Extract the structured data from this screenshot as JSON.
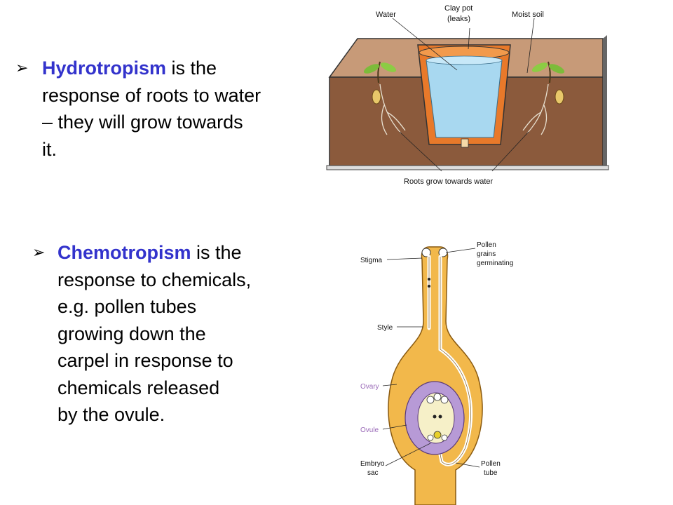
{
  "hydrotropism": {
    "keyword": "Hydrotropism",
    "line1_rest": " is the",
    "line2": "response of roots to water",
    "line3": "– they will grow towards",
    "line4": "it."
  },
  "chemotropism": {
    "keyword": "Chemotropism",
    "line1_rest": " is the",
    "line2": "response to chemicals,",
    "line3": "e.g. pollen tubes",
    "line4": "growing down the",
    "line5": "carpel in response to",
    "line6": "chemicals released",
    "line7": "by the ovule."
  },
  "bullet_icon": "arrowhead-bullet-icon",
  "colors": {
    "keyword": "#3333cc",
    "soil": "#8b5a3c",
    "pot": "#e8792a",
    "water": "#a8d8f0",
    "style": "#f2b84b",
    "ovule": "#b79ad6"
  },
  "pot_diagram": {
    "water": "Water",
    "clay_pot_line1": "Clay pot",
    "clay_pot_line2": "(leaks)",
    "moist_soil": "Moist soil",
    "roots": "Roots grow towards water"
  },
  "carpel_diagram": {
    "stigma": "Stigma",
    "pollen_line1": "Pollen",
    "pollen_line2": "grains",
    "pollen_line3": "germinating",
    "style": "Style",
    "ovary": "Ovary",
    "ovule": "Ovule",
    "embryo_line1": "Embryo",
    "embryo_line2": "sac",
    "pollen_tube_line1": "Pollen",
    "pollen_tube_line2": "tube"
  }
}
